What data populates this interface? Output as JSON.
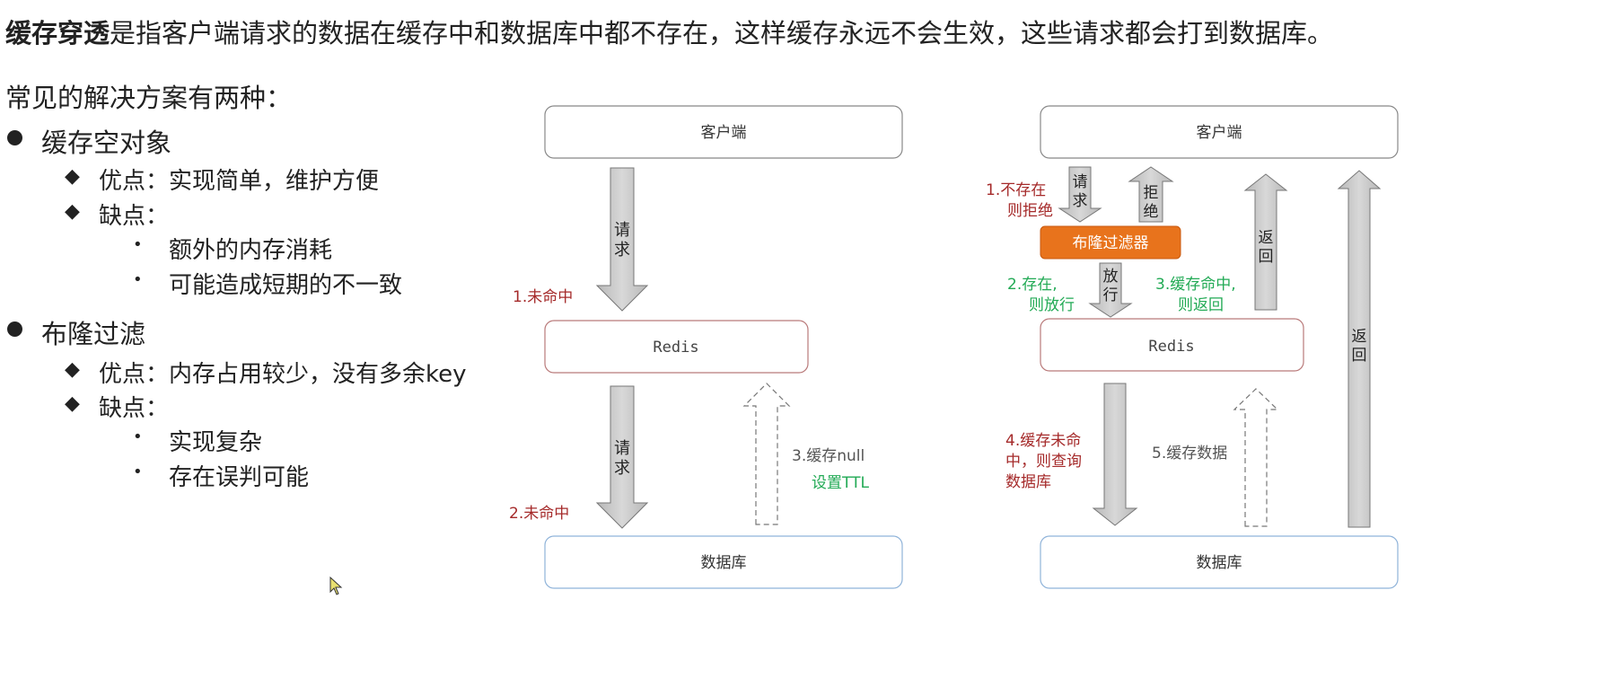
{
  "intro": {
    "term": "缓存穿透",
    "rest": "是指客户端请求的数据在缓存中和数据库中都不存在，这样缓存永远不会生效，这些请求都会打到数据库。"
  },
  "subtitle": "常见的解决方案有两种：",
  "solutions": [
    {
      "title": "缓存空对象",
      "pros_label": "优点：实现简单，维护方便",
      "cons_label": "缺点：",
      "cons": [
        "额外的内存消耗",
        "可能造成短期的不一致"
      ]
    },
    {
      "title": "布隆过滤",
      "pros_label": "优点：内存占用较少，没有多余key",
      "cons_label": "缺点：",
      "cons": [
        "实现复杂",
        "存在误判可能"
      ]
    }
  ],
  "left_diagram": {
    "client": "客户端",
    "redis": "Redis",
    "db": "数据库",
    "req1": "请求",
    "req2": "请求",
    "miss1": "1.未命中",
    "miss2": "2.未命中",
    "cache_null": "3.缓存null",
    "ttl": "设置TTL"
  },
  "right_diagram": {
    "client": "客户端",
    "bloom": "布隆过滤器",
    "redis": "Redis",
    "db": "数据库",
    "req": "请求",
    "reject": "拒绝",
    "pass": "放行",
    "ret1": "返回",
    "ret2": "返回",
    "step1a": "1.不存在",
    "step1b": "则拒绝",
    "step2a": "2.存在,",
    "step2b": "则放行",
    "step3a": "3.缓存命中,",
    "step3b": "则返回",
    "step4a": "4.缓存未命",
    "step4b": "中，则查询",
    "step4c": "数据库",
    "step5": "5.缓存数据"
  },
  "colors": {
    "red_label": "#a52a2a",
    "green_label": "#22aa55",
    "bloom_fill": "#e8731c",
    "arrow_fill": "#c8c8c8",
    "redis_border": "#b97a7a",
    "db_border": "#8fb3d9"
  }
}
